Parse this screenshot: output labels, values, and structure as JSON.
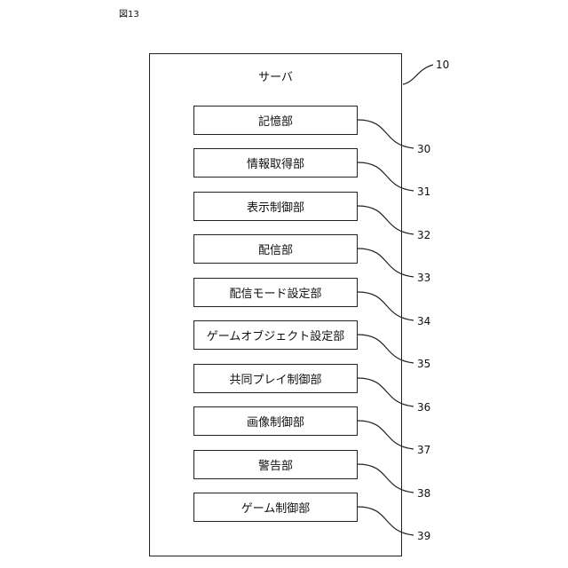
{
  "figure_label": "図13",
  "server": {
    "title": "サーバ",
    "ref": "10"
  },
  "units": [
    {
      "label": "記憶部",
      "ref": "30"
    },
    {
      "label": "情報取得部",
      "ref": "31"
    },
    {
      "label": "表示制御部",
      "ref": "32"
    },
    {
      "label": "配信部",
      "ref": "33"
    },
    {
      "label": "配信モード設定部",
      "ref": "34"
    },
    {
      "label": "ゲームオブジェクト設定部",
      "ref": "35"
    },
    {
      "label": "共同プレイ制御部",
      "ref": "36"
    },
    {
      "label": "画像制御部",
      "ref": "37"
    },
    {
      "label": "警告部",
      "ref": "38"
    },
    {
      "label": "ゲーム制御部",
      "ref": "39"
    }
  ]
}
